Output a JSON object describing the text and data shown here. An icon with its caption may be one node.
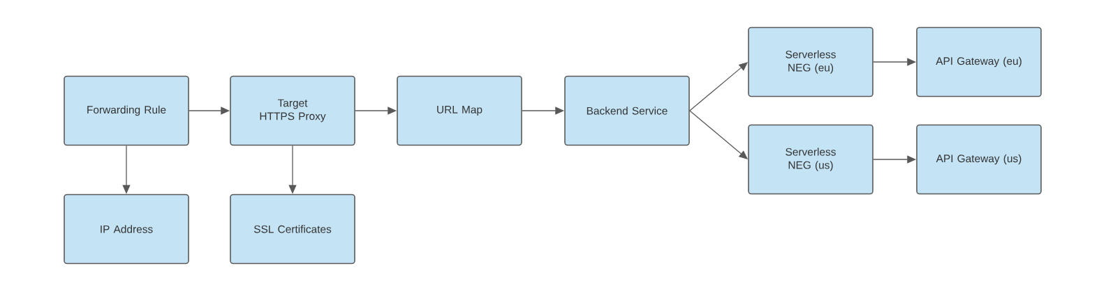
{
  "diagram": {
    "nodes": [
      {
        "text": [
          "Forwarding Rule"
        ]
      },
      {
        "text": [
          "Target HTTPS Proxy"
        ]
      },
      {
        "text": [
          "URL Map"
        ]
      },
      {
        "text": [
          "Backend Service"
        ]
      },
      {
        "text": [
          "Serverless NEG (eu)"
        ]
      },
      {
        "text": [
          "API Gateway (eu)"
        ]
      },
      {
        "text": [
          "Serverless NEG (us)"
        ]
      },
      {
        "text": [
          "API Gateway (us)"
        ]
      },
      {
        "text": [
          "IP Address"
        ]
      },
      {
        "text": [
          "SSL Certificates"
        ]
      }
    ],
    "edges": [
      {
        "from": 0,
        "to": 1,
        "arrow": "to"
      },
      {
        "from": 1,
        "to": 2,
        "arrow": "to"
      },
      {
        "from": 2,
        "to": 3,
        "arrow": "to"
      },
      {
        "from": 3,
        "to": 4,
        "arrow": "to"
      },
      {
        "from": 3,
        "to": 6,
        "arrow": "to"
      },
      {
        "from": 4,
        "to": 5,
        "arrow": "to"
      },
      {
        "from": 6,
        "to": 7,
        "arrow": "to"
      },
      {
        "from": 0,
        "to": 8,
        "arrow": "to"
      },
      {
        "from": 1,
        "to": 9,
        "arrow": "to"
      }
    ]
  }
}
